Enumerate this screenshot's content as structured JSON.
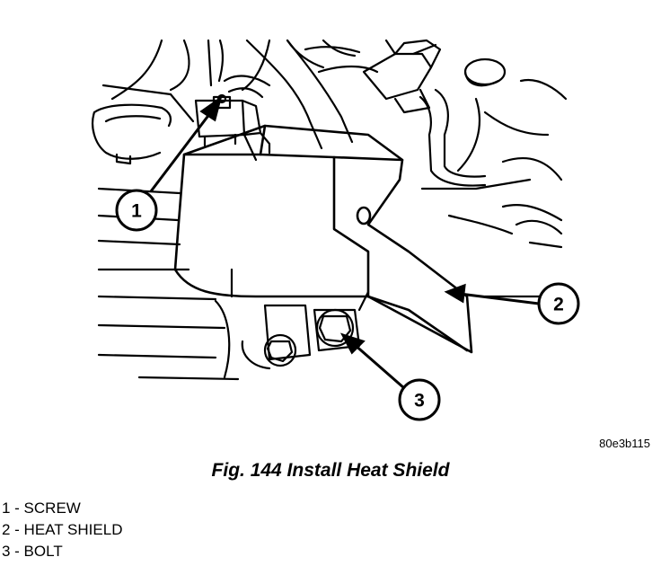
{
  "figure": {
    "callouts": [
      "1",
      "2",
      "3"
    ],
    "image_code": "80e3b115"
  },
  "caption": "Fig. 144 Install Heat Shield",
  "legend": [
    "1 - SCREW",
    "2 - HEAT SHIELD",
    "3 - BOLT"
  ]
}
